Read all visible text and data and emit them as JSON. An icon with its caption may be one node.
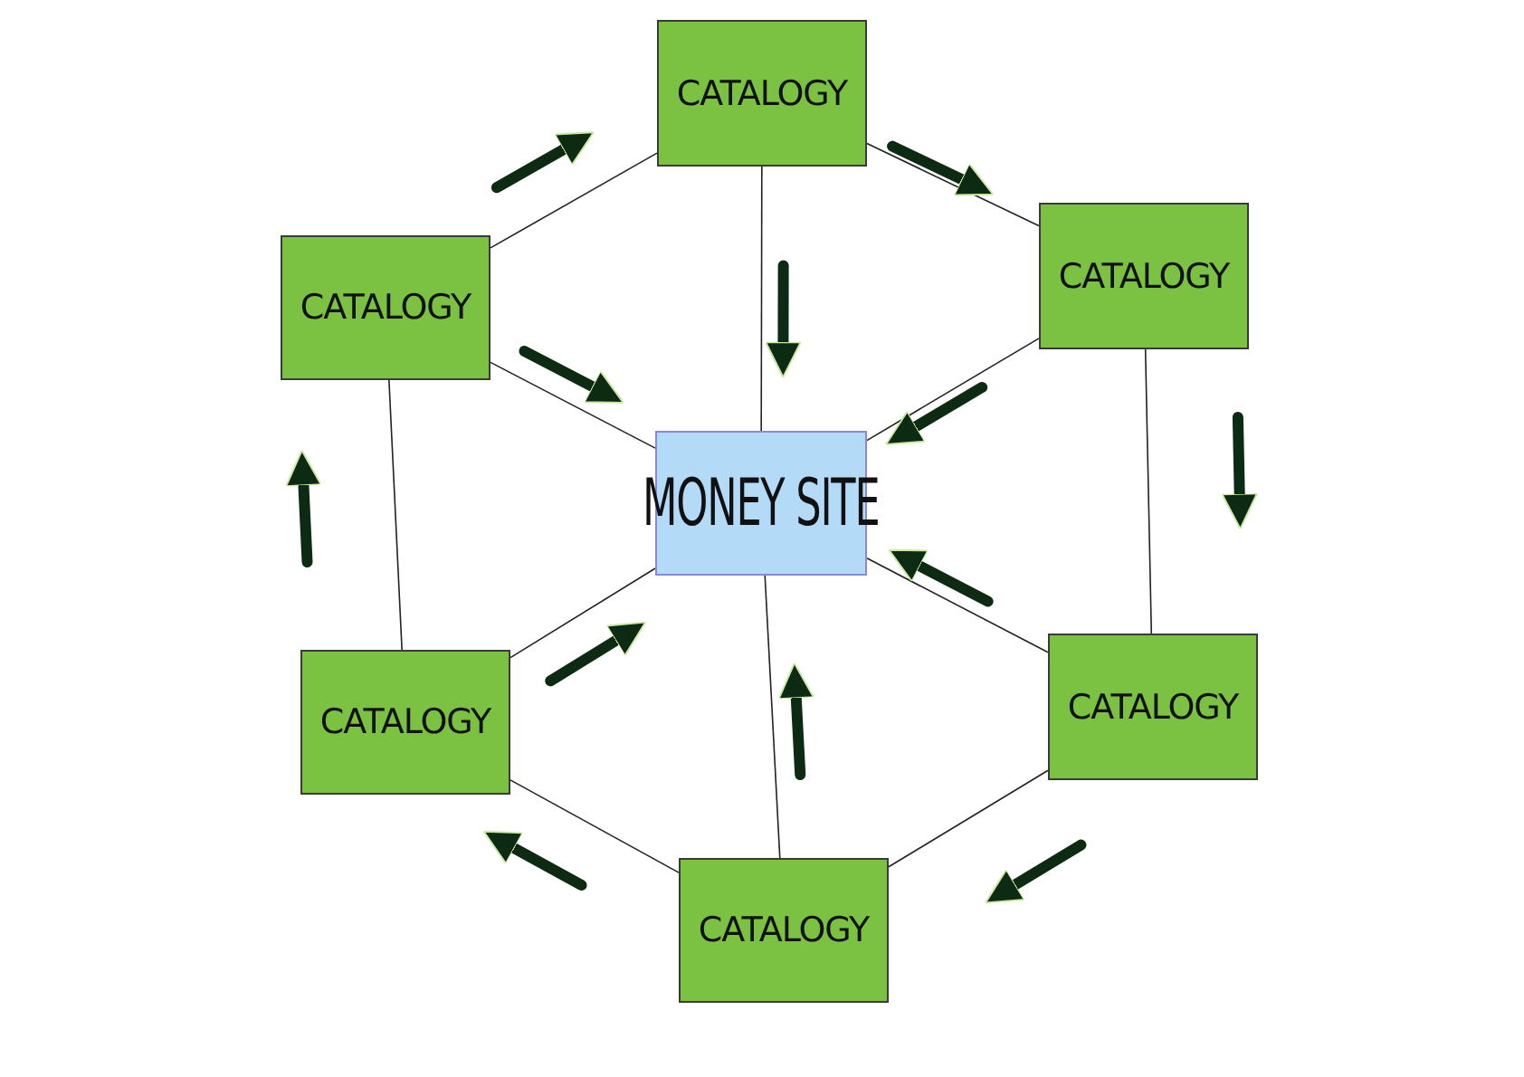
{
  "diagram": {
    "nodes": [
      {
        "text": [
          "CATALOGY"
        ]
      },
      {
        "text": [
          "CATALOGY"
        ]
      },
      {
        "text": [
          "CATALOGY"
        ]
      },
      {
        "text": [
          "MONEY SITE"
        ]
      },
      {
        "text": [
          "CATALOGY"
        ]
      },
      {
        "text": [
          "CATALOGY"
        ]
      },
      {
        "text": [
          "CATALOGY"
        ]
      }
    ],
    "edges": [
      {
        "from": 0,
        "to": 1,
        "arrow": "none"
      },
      {
        "from": 1,
        "to": 4,
        "arrow": "none"
      },
      {
        "from": 4,
        "to": 6,
        "arrow": "none"
      },
      {
        "from": 6,
        "to": 5,
        "arrow": "none"
      },
      {
        "from": 5,
        "to": 2,
        "arrow": "none"
      },
      {
        "from": 2,
        "to": 0,
        "arrow": "none"
      },
      {
        "from": 0,
        "to": 3,
        "arrow": "none"
      },
      {
        "from": 1,
        "to": 3,
        "arrow": "none"
      },
      {
        "from": 4,
        "to": 3,
        "arrow": "none"
      },
      {
        "from": 6,
        "to": 3,
        "arrow": "none"
      },
      {
        "from": 5,
        "to": 3,
        "arrow": "none"
      },
      {
        "from": 2,
        "to": 3,
        "arrow": "none"
      },
      {
        "from": 0,
        "to": 1,
        "arrow": "to",
        "style": "thick"
      },
      {
        "from": 1,
        "to": 4,
        "arrow": "to",
        "style": "thick"
      },
      {
        "from": 4,
        "to": 6,
        "arrow": "to",
        "style": "thick"
      },
      {
        "from": 6,
        "to": 5,
        "arrow": "to",
        "style": "thick"
      },
      {
        "from": 5,
        "to": 2,
        "arrow": "to",
        "style": "thick"
      },
      {
        "from": 2,
        "to": 0,
        "arrow": "to",
        "style": "thick"
      },
      {
        "from": 0,
        "to": 3,
        "arrow": "to",
        "style": "thick"
      },
      {
        "from": 1,
        "to": 3,
        "arrow": "to",
        "style": "thick"
      },
      {
        "from": 4,
        "to": 3,
        "arrow": "to",
        "style": "thick"
      },
      {
        "from": 6,
        "to": 3,
        "arrow": "to",
        "style": "thick"
      },
      {
        "from": 5,
        "to": 3,
        "arrow": "to",
        "style": "thick"
      },
      {
        "from": 2,
        "to": 3,
        "arrow": "to",
        "style": "thick"
      }
    ]
  }
}
